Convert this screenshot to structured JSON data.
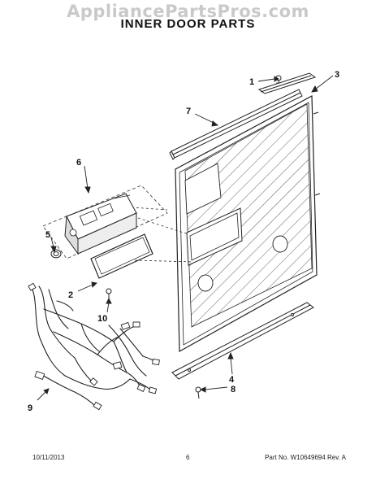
{
  "watermark": "AppliancePartsPros.com",
  "title": "INNER DOOR PARTS",
  "footer": {
    "date": "10/11/2013",
    "page": "6",
    "part_number": "Part No. W10649694  Rev. A"
  },
  "callouts": [
    "1",
    "3",
    "7",
    "6",
    "5",
    "2",
    "10",
    "4",
    "8",
    "9"
  ]
}
